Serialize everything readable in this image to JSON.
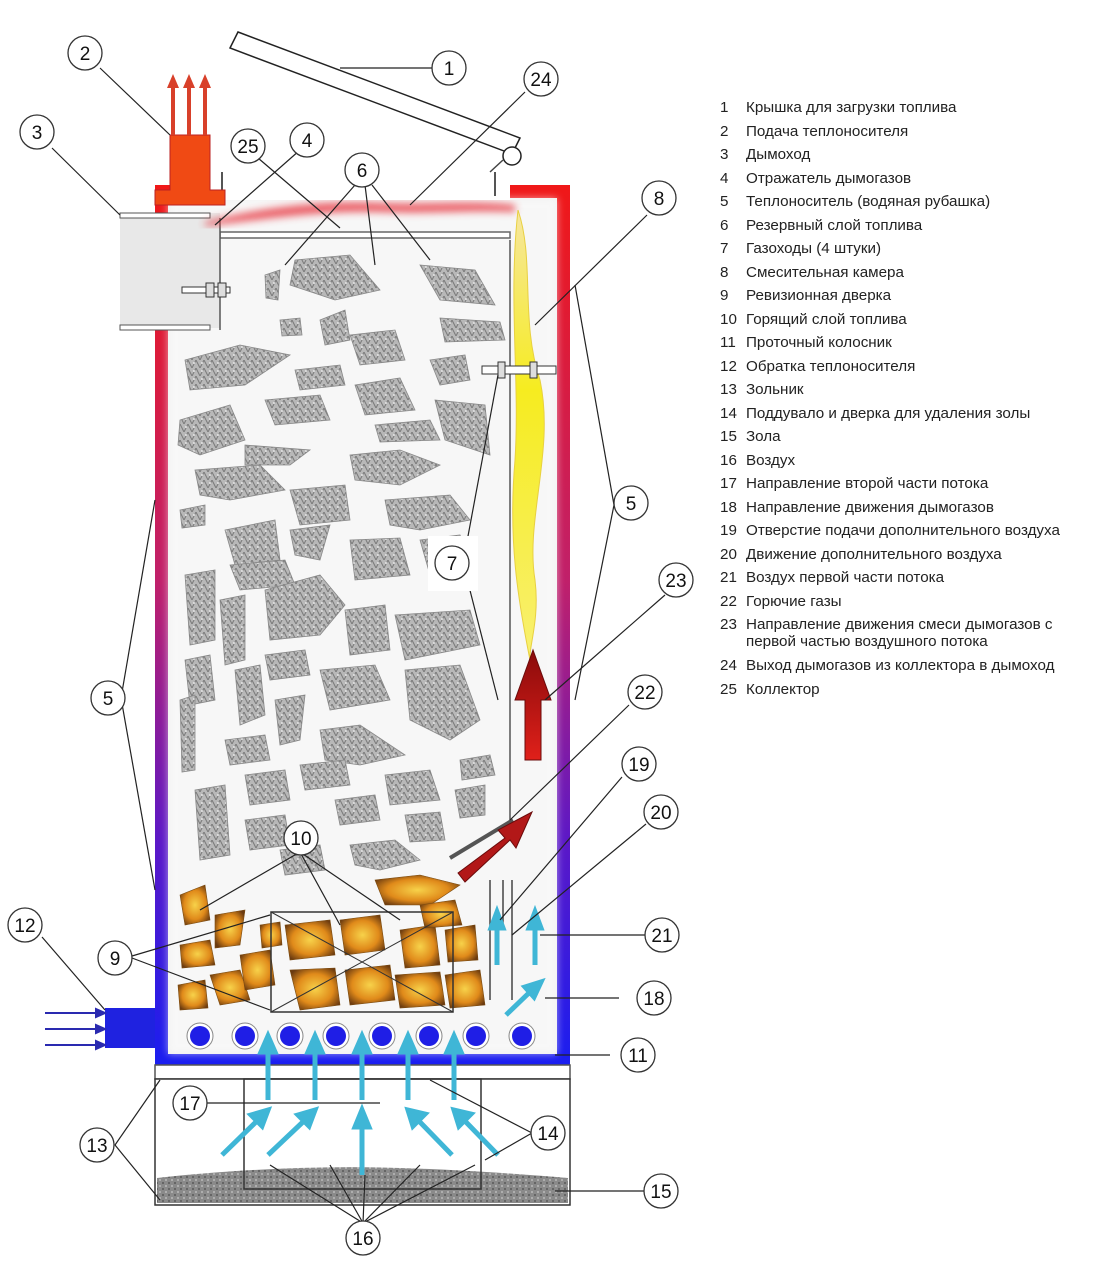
{
  "legend": [
    {
      "num": "1",
      "text": "Крышка для загрузки топлива"
    },
    {
      "num": "2",
      "text": "Подача теплоносителя"
    },
    {
      "num": "3",
      "text": "Дымоход"
    },
    {
      "num": "4",
      "text": "Отражатель дымогазов"
    },
    {
      "num": "5",
      "text": "Теплоноситель (водяная рубашка)"
    },
    {
      "num": "6",
      "text": "Резервный слой топлива"
    },
    {
      "num": "7",
      "text": "Газоходы (4 штуки)"
    },
    {
      "num": "8",
      "text": "Смесительная камера"
    },
    {
      "num": "9",
      "text": "Ревизионная дверка"
    },
    {
      "num": "10",
      "text": "Горящий слой топлива"
    },
    {
      "num": "11",
      "text": "Проточный колосник"
    },
    {
      "num": "12",
      "text": "Обратка теплоносителя"
    },
    {
      "num": "13",
      "text": "Зольник"
    },
    {
      "num": "14",
      "text": "Поддувало и дверка для удаления золы"
    },
    {
      "num": "15",
      "text": "Зола"
    },
    {
      "num": "16",
      "text": "Воздух"
    },
    {
      "num": "17",
      "text": "Направление второй части потока"
    },
    {
      "num": "18",
      "text": "Направление движения дымогазов"
    },
    {
      "num": "19",
      "text": "Отверстие подачи дополнительного воздуха"
    },
    {
      "num": "20",
      "text": "Движение дополнительного воздуха"
    },
    {
      "num": "21",
      "text": "Воздух первой части потока"
    },
    {
      "num": "22",
      "text": "Горючие газы"
    },
    {
      "num": "23",
      "text": "Направление движения смеси дымогазов с\nпервой частью воздушного потока"
    },
    {
      "num": "24",
      "text": "Выход дымогазов из коллектора в дымоход"
    },
    {
      "num": "25",
      "text": "Коллектор"
    }
  ],
  "callouts": [
    "1",
    "2",
    "3",
    "4",
    "5",
    "6",
    "7",
    "8",
    "9",
    "10",
    "11",
    "12",
    "13",
    "14",
    "15",
    "16",
    "17",
    "19",
    "20",
    "21",
    "22",
    "23",
    "24",
    "25",
    "18"
  ],
  "colors": {
    "hot_water": "#e8201c",
    "cold_water": "#1f22e0",
    "air_arrow": "#3fb6d6",
    "smoke": "#e8404a",
    "flame": "#f5e020",
    "ash": "#8c8c8c"
  }
}
